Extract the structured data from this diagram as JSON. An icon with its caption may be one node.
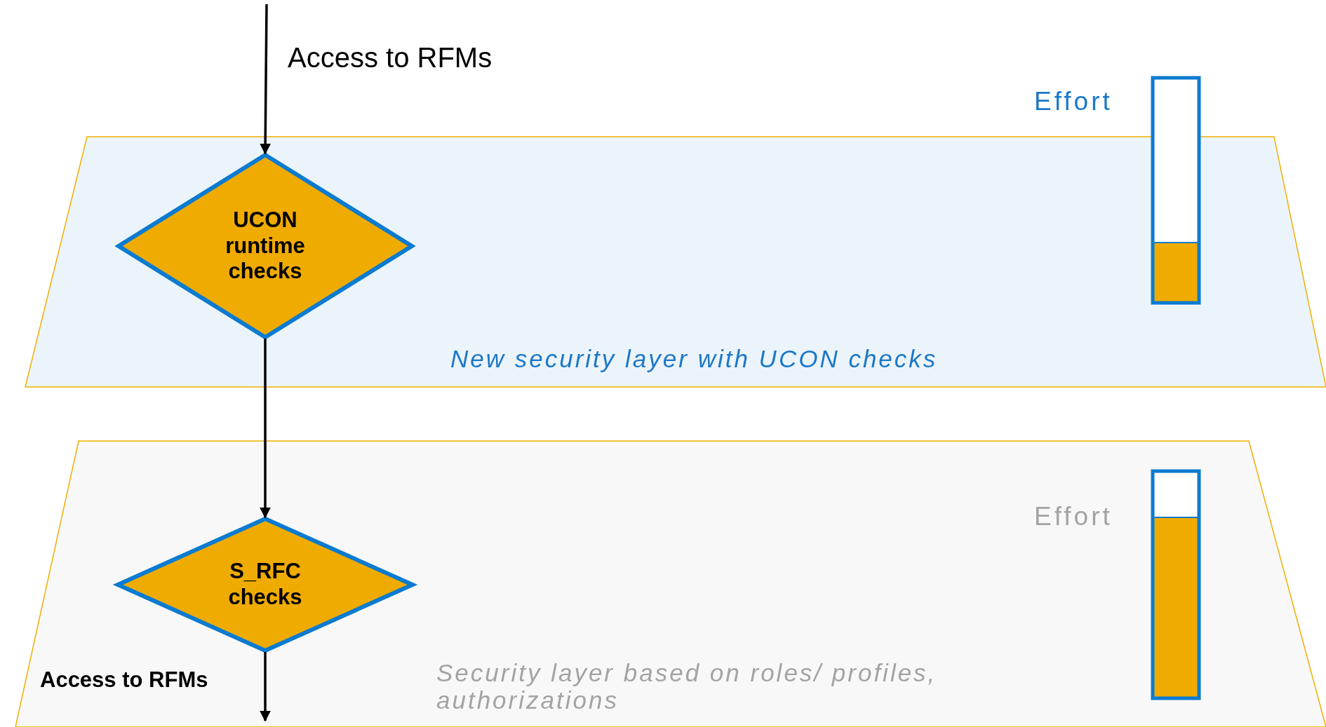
{
  "diagram": {
    "nodes": [
      {
        "text": [
          "New security layer with UCON checks"
        ]
      },
      {
        "text": [
          "UCON runtime checks"
        ],
        "in": 0
      },
      {
        "text": [
          "Security layer based on roles/ profiles, authorizations"
        ]
      },
      {
        "text": [
          "S_RFC checks"
        ],
        "in": 2
      }
    ],
    "edges": [
      {
        "from": null,
        "to": 1,
        "arrow": "to",
        "label": "Access to RFMs"
      },
      {
        "from": 1,
        "to": 3,
        "arrow": "to"
      },
      {
        "from": 3,
        "to": null,
        "arrow": "to",
        "label": "Access to RFMs"
      }
    ],
    "labels": [
      "Effort",
      "Effort"
    ]
  }
}
